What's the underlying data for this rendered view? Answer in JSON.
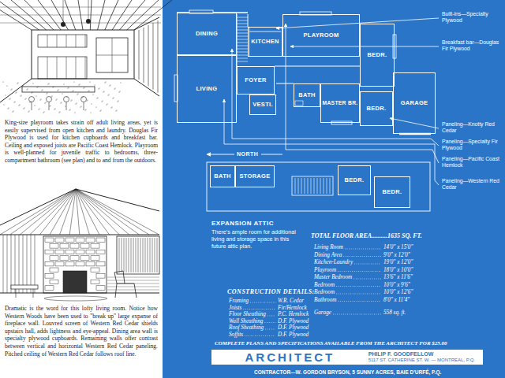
{
  "diagram": {
    "nodes": [
      {
        "text": [
          "DINING"
        ]
      },
      {
        "text": [
          "KITCHEN"
        ]
      },
      {
        "text": [
          "PLAYROOM"
        ]
      },
      {
        "text": [
          "BEDR."
        ]
      },
      {
        "text": [
          "LIVING"
        ]
      },
      {
        "text": [
          "FOYER"
        ]
      },
      {
        "text": [
          "VESTI."
        ]
      },
      {
        "text": [
          "BATH"
        ]
      },
      {
        "text": [
          "MASTER BR."
        ]
      },
      {
        "text": [
          "BEDR."
        ]
      },
      {
        "text": [
          "GARAGE"
        ]
      },
      {
        "text": [
          "BATH"
        ]
      },
      {
        "text": [
          "STORAGE"
        ]
      },
      {
        "text": [
          "BEDR."
        ]
      },
      {
        "text": [
          "BEDR."
        ]
      },
      {
        "text": [
          "ARCHITECT",
          "PHILIP F. GOODFELLOW",
          "5117 ST. CATHERINE ST. W. — MONTREAL, P.Q."
        ]
      }
    ],
    "labels": [
      "King-size playroom takes strain off adult living areas, yet is easily supervised from open kitchen and laundry. Douglas Fir Plywood is used for kitchen cupboards and breakfast bar. Ceiling and exposed joists are Pacific Coast Hemlock. Playroom is well-planned for juvenile traffic to bedrooms, three-compartment bathroom (see plan) and to and from the outdoors.",
      "Dramatic is the word for this lofty living room. Notice how Western Woods have been used to \"break up\" large expanse of fireplace wall. Louvred screen of Western Red Cedar shields upstairs hall, adds lightness and eye-appeal. Dining area wall is specialty plywood cupboards. Remaining walls offer contrast between vertical and horizontal Western Red Cedar paneling. Pitched ceiling of Western Red Cedar follows roof line.",
      "NORTH",
      "Built-ins—Specialty Plywood",
      "Breakfast bar—Douglas Fir Plywood",
      "Paneling—Knotty Red Cedar",
      "Paneling—Specialty Fir Plywood",
      "Paneling—Pacific Coast Hemlock",
      "Paneling—Western Red Cedar",
      "EXPANSION ATTIC",
      "There's ample room for additional living and storage space in this future attic plan.",
      "TOTAL FLOOR AREA..........1635 SQ. FT.",
      "Living Room",
      "14'0\" x 15'0\"",
      "Dining Area",
      "9'0\" x 12'0\"",
      "Kitchen-Laundry",
      "19'0\" x 12'0\"",
      "Playroom",
      "18'0\" x 10'0\"",
      "Master Bedroom",
      "13'6\" x 11'6\"",
      "Bedroom",
      "10'0\" x 9'6\"",
      "Bedroom",
      "10'0\" x 12'6\"",
      "Bathroom",
      "8'0\" x 11'4\"",
      "Garage",
      "558 sq. ft.",
      "CONSTRUCTION DETAILS:",
      "Framing",
      "W.R. Cedar",
      "Joists",
      "Fir/Hemlock",
      "Floor Sheathing",
      "P.C. Hemlock",
      "Wall Sheathing",
      "D.F. Plywood",
      "Roof Sheathing",
      "D.F. Plywood",
      "Soffits",
      "D.F. Plywood",
      "COMPLETE PLANS AND SPECIFICATIONS AVAILABLE FROM THE ARCHITECT FOR $25.00",
      "CONTRACTOR—W. GORDON BRYSON, 5 SUNNY ACRES, BAIE D'URFÉ, P.Q."
    ]
  }
}
